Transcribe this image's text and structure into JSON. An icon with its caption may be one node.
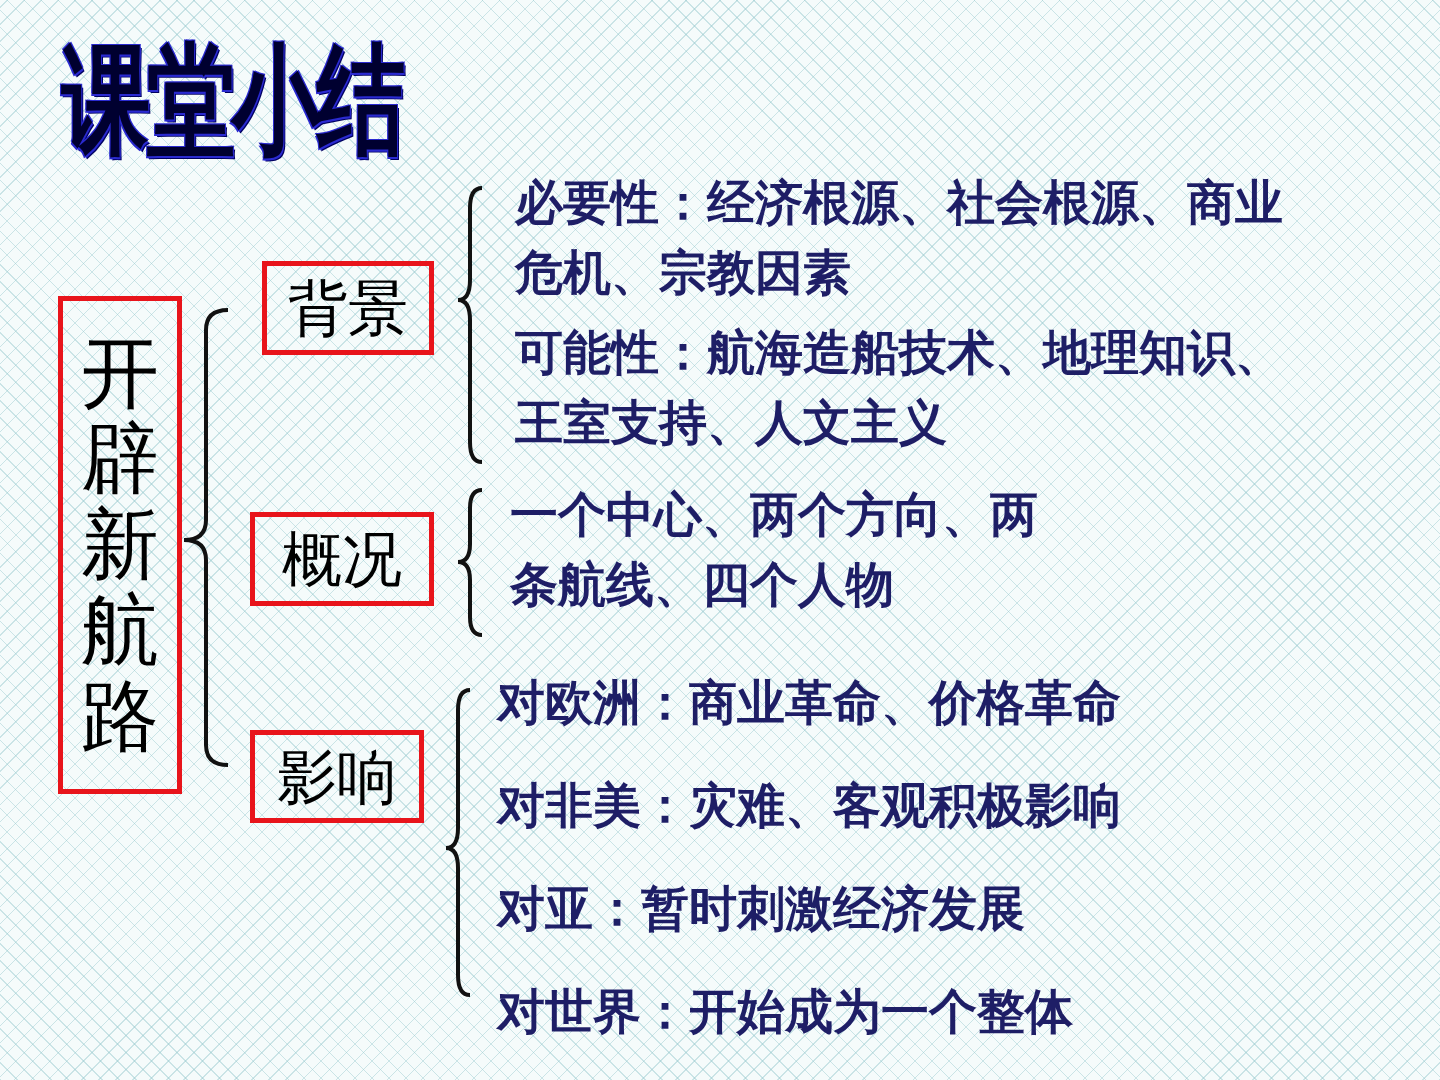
{
  "diagram": {
    "title": "课堂小结",
    "nodes": [
      {
        "text": [
          "开辟新航路"
        ]
      },
      {
        "text": [
          "背景"
        ]
      },
      {
        "text": [
          "概况"
        ]
      },
      {
        "text": [
          "影响"
        ]
      }
    ],
    "labels": [
      "必要性：经济根源、社会根源、商业危机、宗教因素",
      "可能性：航海造船技术、地理知识、王室支持、人文主义",
      "一个中心、两个方向、两条航线、四个人物",
      "对欧洲：商业革命、价格革命",
      "对非美：灾难、客观积极影响",
      "对亚：暂时刺激经济发展",
      "对世界：开始成为一个整体"
    ]
  }
}
